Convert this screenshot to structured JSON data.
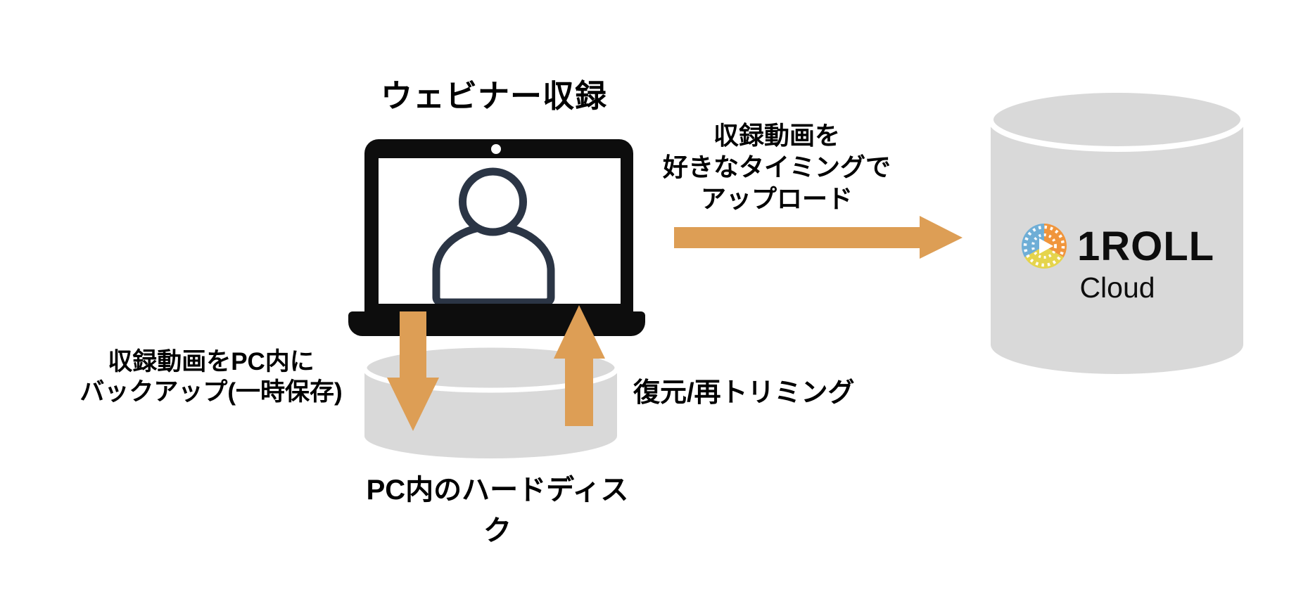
{
  "title": "ウェビナー収録",
  "labels": {
    "upload": {
      "line1": "収録動画を",
      "line2": "好きなタイミングで",
      "line3": "アップロード"
    },
    "backup": {
      "line1": "収録動画をPC内に",
      "line2": "バックアップ(一時保存)"
    },
    "restore": "復元/再トリミング",
    "disk": "PC内のハードディスク"
  },
  "cloud": {
    "brand": "1ROLL",
    "sub": "Cloud"
  },
  "colors": {
    "arrow_orange": "#DD9E55",
    "cylinder_gray": "#D9D9D9",
    "laptop_black": "#0D0D0D",
    "person_navy": "#2B3545",
    "logo_blue": "#6FAED6",
    "logo_orange": "#F0953C",
    "logo_yellow": "#E5D44C"
  }
}
